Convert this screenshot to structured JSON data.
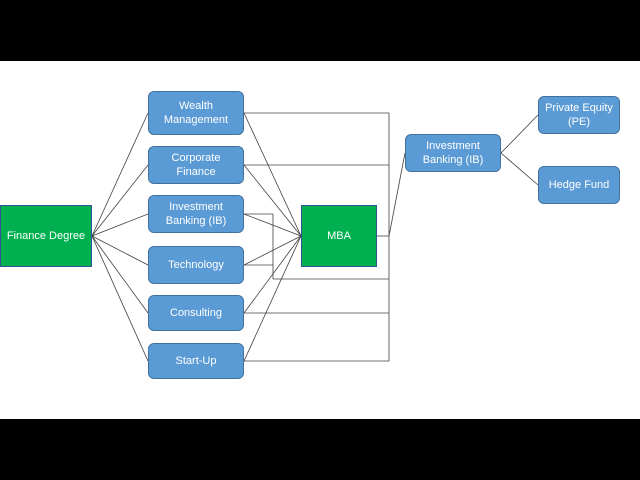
{
  "colors": {
    "frame": "#000000",
    "background": "#ffffff",
    "box_blue": "#5b9bd5",
    "box_blue_border": "#41719c",
    "box_green": "#00b050",
    "text": "#ffffff",
    "connector": "#404040"
  },
  "nodes": {
    "finance_degree": "Finance Degree",
    "wealth_management": "Wealth\nManagement",
    "corporate_finance": "Corporate\nFinance",
    "investment_banking_left": "Investment\nBanking (IB)",
    "technology": "Technology",
    "consulting": "Consulting",
    "start_up": "Start-Up",
    "mba": "MBA",
    "investment_banking_right": "Investment\nBanking (IB)",
    "private_equity": "Private Equity\n(PE)",
    "hedge_fund": "Hedge Fund"
  },
  "edges": [
    [
      "finance_degree",
      "wealth_management"
    ],
    [
      "finance_degree",
      "corporate_finance"
    ],
    [
      "finance_degree",
      "investment_banking_left"
    ],
    [
      "finance_degree",
      "technology"
    ],
    [
      "finance_degree",
      "consulting"
    ],
    [
      "finance_degree",
      "start_up"
    ],
    [
      "wealth_management",
      "mba"
    ],
    [
      "corporate_finance",
      "mba"
    ],
    [
      "investment_banking_left",
      "mba"
    ],
    [
      "technology",
      "mba"
    ],
    [
      "consulting",
      "mba"
    ],
    [
      "start_up",
      "mba"
    ],
    [
      "wealth_management",
      "investment_banking_right"
    ],
    [
      "corporate_finance",
      "investment_banking_right"
    ],
    [
      "investment_banking_left",
      "investment_banking_right"
    ],
    [
      "technology",
      "investment_banking_right"
    ],
    [
      "consulting",
      "investment_banking_right"
    ],
    [
      "start_up",
      "investment_banking_right"
    ],
    [
      "mba",
      "investment_banking_right"
    ],
    [
      "investment_banking_right",
      "private_equity"
    ],
    [
      "investment_banking_right",
      "hedge_fund"
    ]
  ]
}
